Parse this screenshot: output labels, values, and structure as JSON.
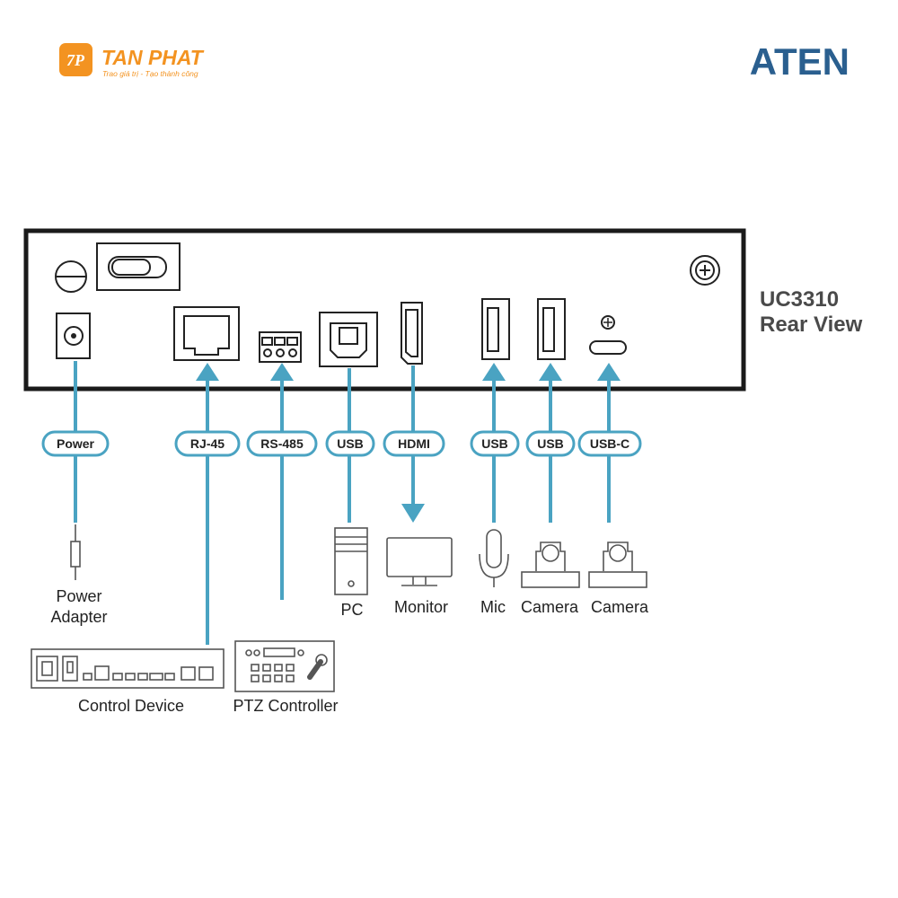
{
  "brand": {
    "name": "TAN PHAT",
    "tagline": "Trao giá trị - Tạo thành công",
    "logo_mark": "7P"
  },
  "vendor": {
    "name": "ATEN"
  },
  "title": {
    "line1": "UC3310",
    "line2": "Rear View"
  },
  "ports": [
    {
      "id": "power",
      "label": "Power"
    },
    {
      "id": "rj45",
      "label": "RJ-45"
    },
    {
      "id": "rs485",
      "label": "RS-485"
    },
    {
      "id": "usb_pc",
      "label": "USB"
    },
    {
      "id": "hdmi",
      "label": "HDMI"
    },
    {
      "id": "usb_mic",
      "label": "USB"
    },
    {
      "id": "usb_cam",
      "label": "USB"
    },
    {
      "id": "usbc_cam",
      "label": "USB-C"
    }
  ],
  "devices": {
    "power_adapter": {
      "line1": "Power",
      "line2": "Adapter"
    },
    "control_device": "Control Device",
    "ptz_controller": "PTZ Controller",
    "pc": "PC",
    "monitor": "Monitor",
    "mic": "Mic",
    "camera1": "Camera",
    "camera2": "Camera"
  },
  "colors": {
    "accent": "#4aa3c2",
    "brand": "#f39321",
    "vendor": "#2a5f8f"
  }
}
